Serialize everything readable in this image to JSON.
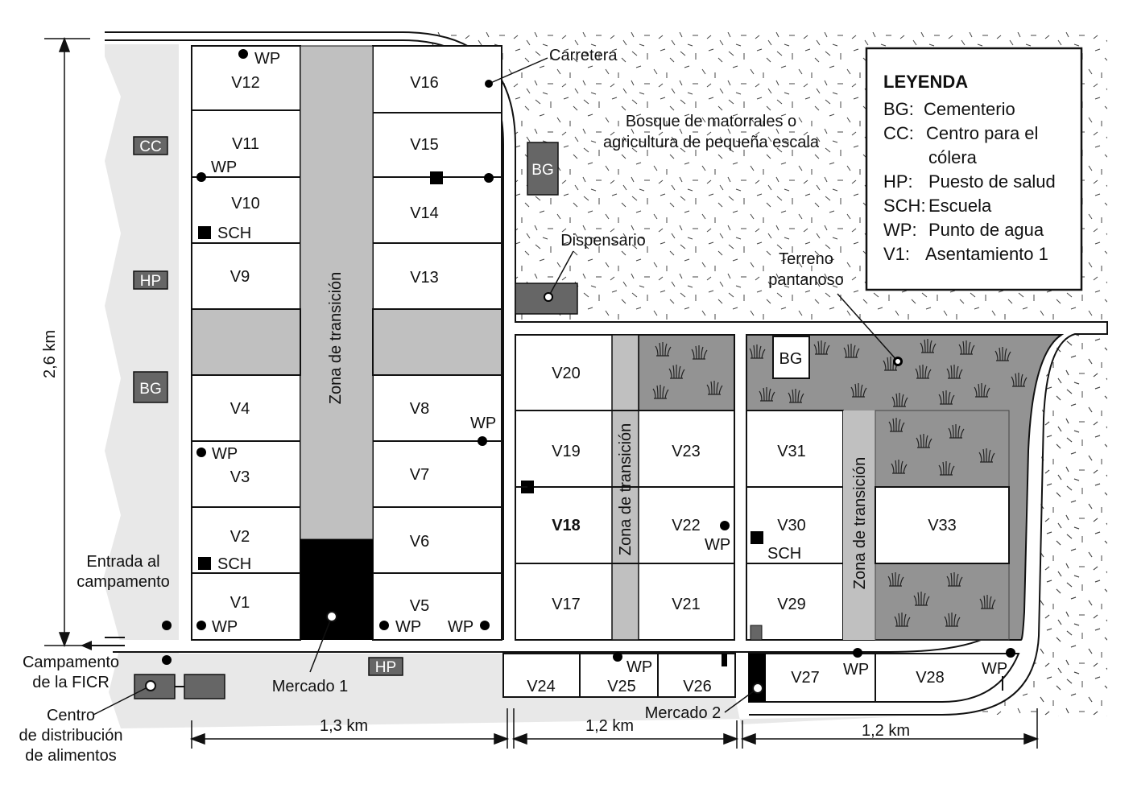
{
  "map": {
    "road_label": "Carretera",
    "forest_label": [
      "Bosque de matorrales o",
      "agricultura de pequeña escala"
    ],
    "swamp_label": [
      "Terreno",
      "pantanoso"
    ],
    "dispensary_label": "Dispensario",
    "transition_zone": "Zona de transición",
    "market1": "Mercado 1",
    "market2": "Mercado 2",
    "camp_entrance": [
      "Entrada al",
      "campamento"
    ],
    "ifrc_camp": [
      "Campamento",
      "de la FICR"
    ],
    "food_center": [
      "Centro",
      "de distribución",
      "de alimentos"
    ],
    "facilities": {
      "cc": "CC",
      "hp": "HP",
      "bg": "BG"
    },
    "wp": "WP",
    "sch": "SCH"
  },
  "villages": {
    "V1": "V1",
    "V2": "V2",
    "V3": "V3",
    "V4": "V4",
    "V5": "V5",
    "V6": "V6",
    "V7": "V7",
    "V8": "V8",
    "V9": "V9",
    "V10": "V10",
    "V11": "V11",
    "V12": "V12",
    "V13": "V13",
    "V14": "V14",
    "V15": "V15",
    "V16": "V16",
    "V17": "V17",
    "V18": "V18",
    "V19": "V19",
    "V20": "V20",
    "V21": "V21",
    "V22": "V22",
    "V23": "V23",
    "V24": "V24",
    "V25": "V25",
    "V26": "V26",
    "V27": "V27",
    "V28": "V28",
    "V29": "V29",
    "V30": "V30",
    "V31": "V31",
    "V33": "V33"
  },
  "scale": {
    "height": "2,6 km",
    "width_1": "1,3 km",
    "width_2": "1,2 km",
    "width_3": "1,2 km"
  },
  "legend": {
    "title": "LEYENDA",
    "items": [
      {
        "key": "BG:",
        "text": "Cementerio"
      },
      {
        "key": "CC:",
        "text": "Centro para el",
        "text2": "cólera"
      },
      {
        "key": "HP:",
        "text": "Puesto de salud"
      },
      {
        "key": "SCH:",
        "text": "Escuela"
      },
      {
        "key": "WP:",
        "text": "Punto de agua"
      },
      {
        "key": "V1:",
        "text": "Asentamiento 1"
      }
    ]
  },
  "colors": {
    "camp_ground": "#e8e8e8",
    "transition": "#c0c0c0",
    "swamp": "#939393",
    "facility": "#666666",
    "market": "#000000"
  }
}
